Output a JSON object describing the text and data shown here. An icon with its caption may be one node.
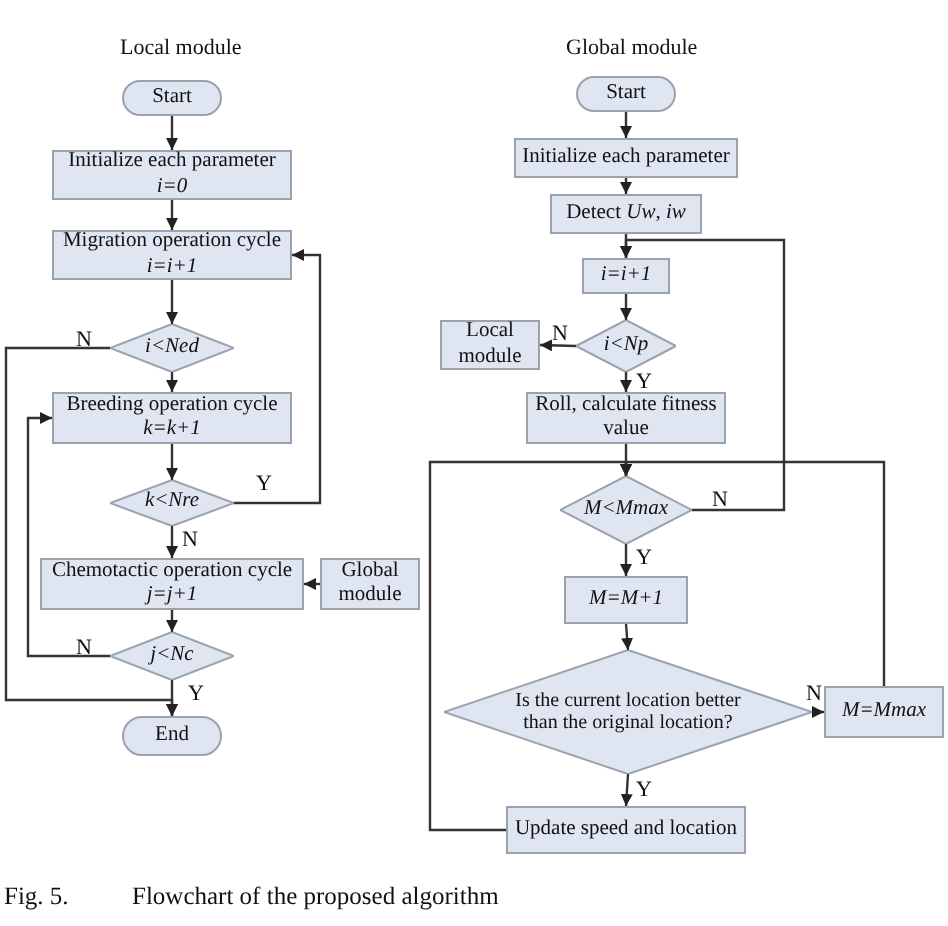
{
  "diagram": {
    "caption": "Flowchart of the proposed algorithm",
    "nodes": [
      {
        "text": [
          "Start"
        ]
      },
      {
        "text": [
          "Initialize each parameter",
          "i=0"
        ]
      },
      {
        "text": [
          "Migration operation cycle",
          "i=i+1"
        ]
      },
      {
        "text": [
          "i<Ned"
        ]
      },
      {
        "text": [
          "Breeding operation cycle",
          "k=k+1"
        ]
      },
      {
        "text": [
          "k<Nre"
        ]
      },
      {
        "text": [
          "Chemotactic operation cycle",
          "j=j+1"
        ]
      },
      {
        "text": [
          "Global module"
        ]
      },
      {
        "text": [
          "j<Nc"
        ]
      },
      {
        "text": [
          "End"
        ]
      },
      {
        "text": [
          "Start"
        ]
      },
      {
        "text": [
          "Initialize each parameter"
        ]
      },
      {
        "text": [
          "Detect *Uw*, *iw*"
        ]
      },
      {
        "text": [
          "i=i+1"
        ]
      },
      {
        "text": [
          "i<Np"
        ]
      },
      {
        "text": [
          "Local module"
        ]
      },
      {
        "text": [
          "Roll, calculate fitness value"
        ]
      },
      {
        "text": [
          "M<Mmax"
        ]
      },
      {
        "text": [
          "M=M+1"
        ]
      },
      {
        "text": [
          "Is the current location better than the original location?"
        ]
      },
      {
        "text": [
          "M=Mmax"
        ]
      },
      {
        "text": [
          "Update speed and location"
        ]
      }
    ],
    "edges": [
      {
        "from": 0,
        "to": 1,
        "arrow": "to"
      },
      {
        "from": 1,
        "to": 2,
        "arrow": "to"
      },
      {
        "from": 2,
        "to": 3,
        "arrow": "to"
      },
      {
        "from": 3,
        "to": 4,
        "arrow": "to"
      },
      {
        "from": 3,
        "to": 9,
        "arrow": "to",
        "label": "N"
      },
      {
        "from": 4,
        "to": 5,
        "arrow": "to"
      },
      {
        "from": 5,
        "to": 2,
        "arrow": "to",
        "label": "Y"
      },
      {
        "from": 5,
        "to": 6,
        "arrow": "to",
        "label": "N"
      },
      {
        "from": 7,
        "to": 6,
        "arrow": "to"
      },
      {
        "from": 6,
        "to": 8,
        "arrow": "to"
      },
      {
        "from": 8,
        "to": 4,
        "arrow": "to",
        "label": "N"
      },
      {
        "from": 8,
        "to": 9,
        "arrow": "to",
        "label": "Y"
      },
      {
        "from": 10,
        "to": 11,
        "arrow": "to"
      },
      {
        "from": 11,
        "to": 12,
        "arrow": "to"
      },
      {
        "from": 12,
        "to": 13,
        "arrow": "to"
      },
      {
        "from": 13,
        "to": 14,
        "arrow": "to"
      },
      {
        "from": 14,
        "to": 15,
        "arrow": "to",
        "label": "N"
      },
      {
        "from": 14,
        "to": 16,
        "arrow": "to",
        "label": "Y"
      },
      {
        "from": 16,
        "to": 17,
        "arrow": "to"
      },
      {
        "from": 17,
        "to": 13,
        "arrow": "to",
        "label": "N"
      },
      {
        "from": 17,
        "to": 18,
        "arrow": "to",
        "label": "Y"
      },
      {
        "from": 18,
        "to": 19,
        "arrow": "to"
      },
      {
        "from": 19,
        "to": 20,
        "arrow": "to",
        "label": "N"
      },
      {
        "from": 20,
        "to": 17,
        "arrow": "to"
      },
      {
        "from": 19,
        "to": 21,
        "arrow": "to",
        "label": "Y"
      },
      {
        "from": 21,
        "to": 17,
        "arrow": "to"
      }
    ],
    "labels": [
      "Local module",
      "Global module",
      "Fig. 5."
    ]
  }
}
